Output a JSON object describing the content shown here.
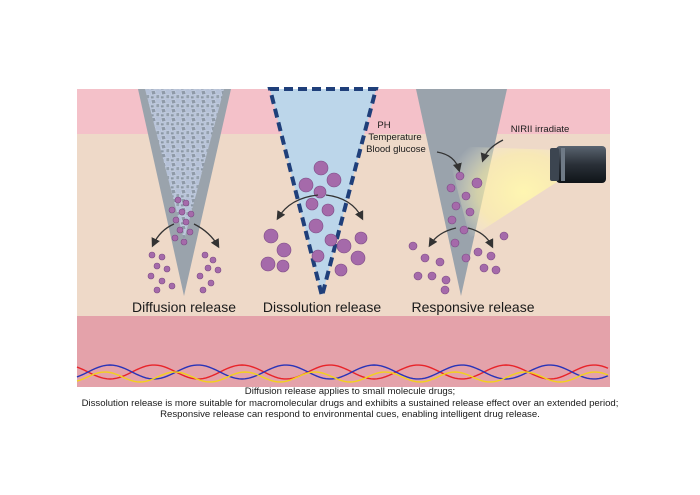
{
  "colors": {
    "top_band": "#f4c1c9",
    "skin": "#eed9c8",
    "dermis": "#e4a2aa",
    "needle_gray": "#9aa3ac",
    "needle_blue": "#bcd6ea",
    "needle_border": "#1f3f7a",
    "particle": "#a56aaa",
    "particle_edge": "#7c4a85",
    "wave_red": "#e8242a",
    "wave_blue": "#2a34b8",
    "wave_yellow": "#f2d21b"
  },
  "panels": {
    "diffusion": {
      "label": "Diffusion release"
    },
    "dissolution": {
      "label": "Dissolution release"
    },
    "responsive": {
      "label": "Responsive release",
      "stimuli": [
        "PH",
        "Temperature",
        "Blood glucose"
      ],
      "irradiation": "NIRII irradiate"
    }
  },
  "caption": {
    "line1": "Diffusion release applies to small molecule drugs;",
    "line2": "Dissolution release is more suitable for macromolecular drugs and exhibits a sustained release effect over an extended period;",
    "line3": "Responsive release can respond to environmental cues, enabling intelligent drug release."
  }
}
